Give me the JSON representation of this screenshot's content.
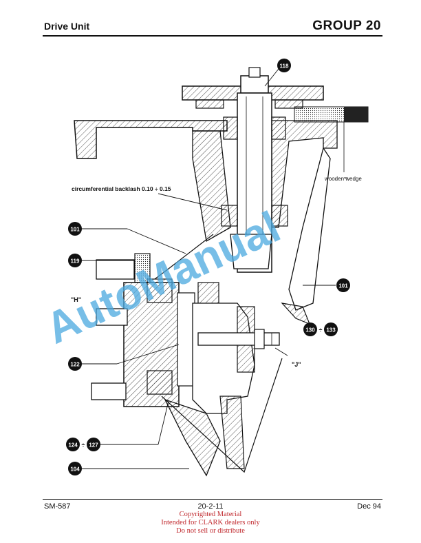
{
  "header": {
    "left_title": "Drive Unit",
    "right_title": "GROUP 20"
  },
  "figure": {
    "label_backlash": "circumferential backlash 0.10 ÷ 0.15",
    "label_wedge": "wooden wedge",
    "label_H": "\"H\"",
    "label_J": "\"J\"",
    "callouts": {
      "c118": "118",
      "c101a": "101",
      "c119": "119",
      "c101b": "101",
      "c130": "130",
      "c133": "133",
      "c122": "122",
      "c124": "124",
      "c127": "127",
      "c104": "104",
      "range_sep": "÷"
    },
    "watermark": "AutoManual",
    "watermark_color": "#4aa8df"
  },
  "footer": {
    "left": "SM-587",
    "center": "20-2-11",
    "right": "Dec 94",
    "copyright_lines": [
      "Copyrighted Material",
      "Intended for CLARK dealers only",
      "Do not sell or distribute"
    ],
    "copyright_color": "#c0282d"
  }
}
